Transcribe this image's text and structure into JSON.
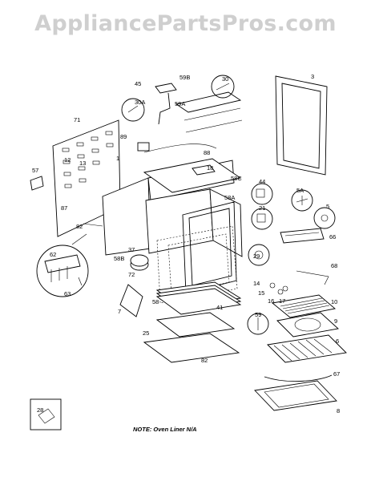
{
  "watermark": "AppliancePartsPros.com",
  "note": "NOTE: Oven Liner N/A",
  "callouts": [
    "45",
    "59B",
    "30",
    "3",
    "30A",
    "59A",
    "71",
    "89",
    "88",
    "12",
    "13",
    "1",
    "18",
    "58C",
    "57",
    "44",
    "5A",
    "21",
    "87",
    "58A",
    "5",
    "66",
    "82",
    "62",
    "37",
    "29",
    "68",
    "58B",
    "72",
    "14",
    "15",
    "63",
    "16",
    "17",
    "10",
    "7",
    "58",
    "41",
    "59",
    "9",
    "25",
    "6",
    "82",
    "67",
    "8",
    "28"
  ]
}
